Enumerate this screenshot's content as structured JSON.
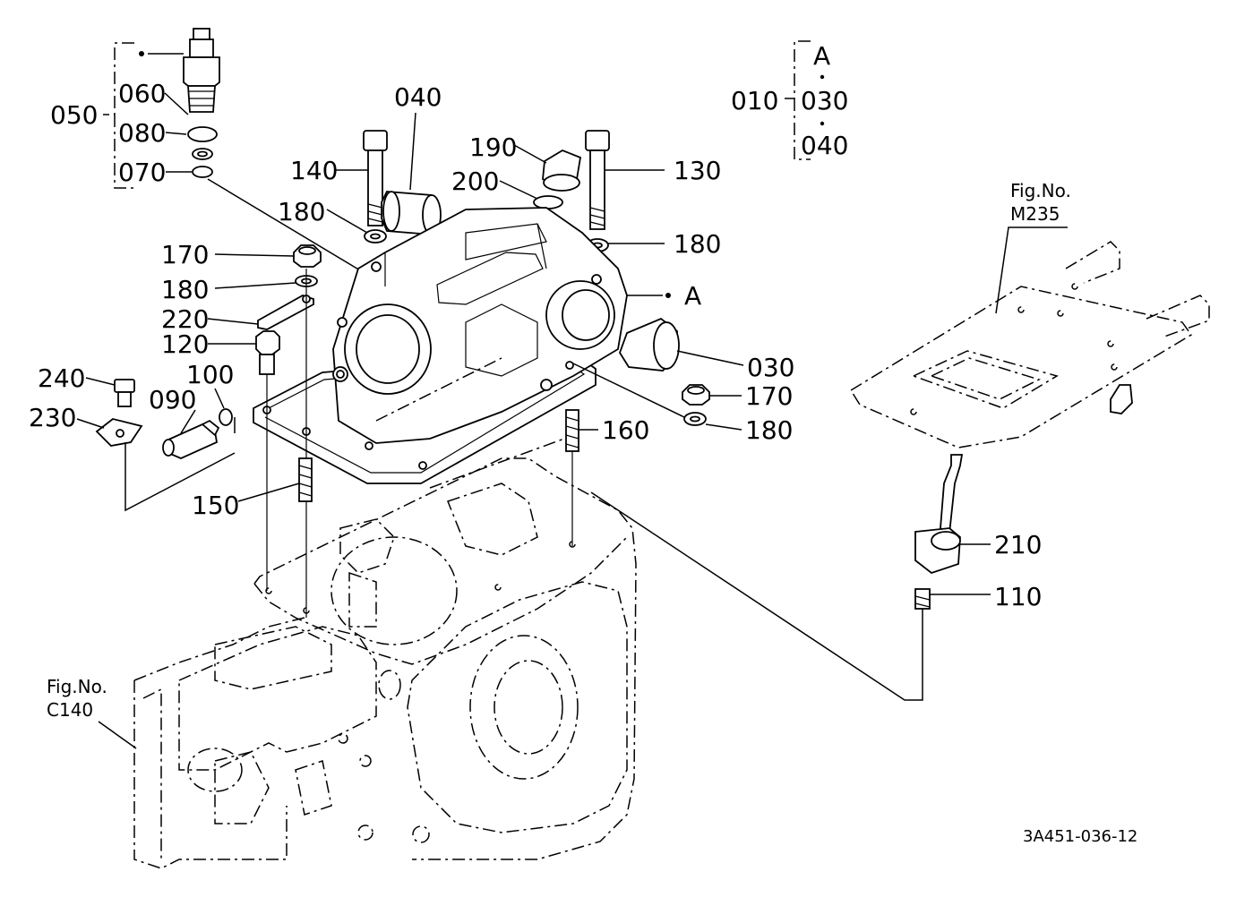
{
  "labels": {
    "p050": "050",
    "p060": "060",
    "p080": "080",
    "p070": "070",
    "p040": "040",
    "p140": "140",
    "p180a": "180",
    "p190": "190",
    "p200": "200",
    "p130": "130",
    "p180b": "180",
    "p010": "010",
    "gA": "A",
    "g030": "030",
    "g040": "040",
    "p170a": "170",
    "p180c": "180",
    "p220": "220",
    "p120": "120",
    "p240": "240",
    "p100": "100",
    "p090": "090",
    "p230": "230",
    "pA": "A",
    "p030": "030",
    "p170b": "170",
    "p180d": "180",
    "p160": "160",
    "p150": "150",
    "p210": "210",
    "p110": "110"
  },
  "refs": {
    "m235_title": "Fig.No.",
    "m235_code": "M235",
    "c140_title": "Fig.No.",
    "c140_code": "C140"
  },
  "drawing_code": "3A451-036-12"
}
